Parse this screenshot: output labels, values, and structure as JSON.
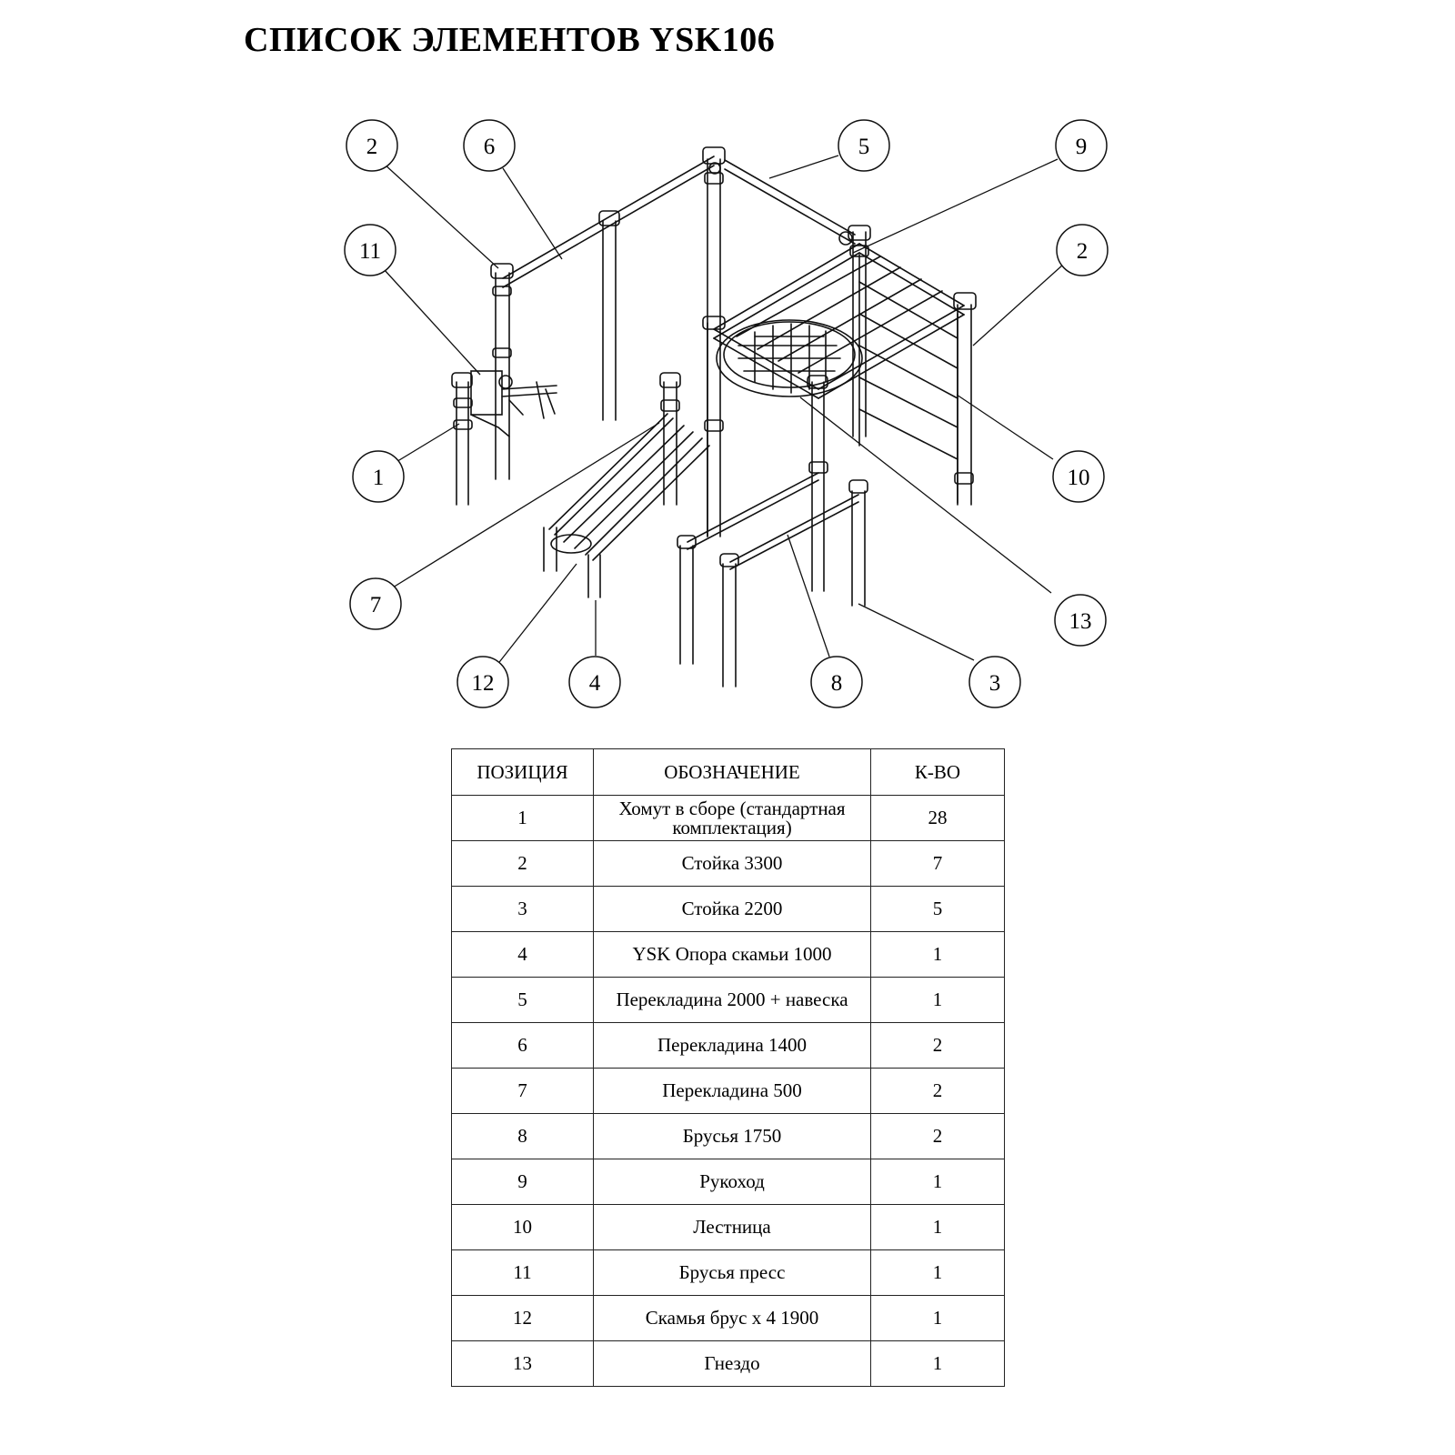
{
  "title": "СПИСОК ЭЛЕМЕНТОВ YSK106",
  "callouts": [
    "1",
    "2",
    "3",
    "4",
    "5",
    "6",
    "7",
    "8",
    "9",
    "10",
    "11",
    "12",
    "13"
  ],
  "table": {
    "headers": [
      "ПОЗИЦИЯ",
      "ОБОЗНАЧЕНИЕ",
      "К-ВО"
    ],
    "rows": [
      {
        "pos": "1",
        "name": "Хомут в сборе (стандартная комплектация)",
        "qty": "28"
      },
      {
        "pos": "2",
        "name": "Стойка 3300",
        "qty": "7"
      },
      {
        "pos": "3",
        "name": "Стойка 2200",
        "qty": "5"
      },
      {
        "pos": "4",
        "name": "YSK Опора скамьи 1000",
        "qty": "1"
      },
      {
        "pos": "5",
        "name": "Перекладина 2000 + навеска",
        "qty": "1"
      },
      {
        "pos": "6",
        "name": "Перекладина 1400",
        "qty": "2"
      },
      {
        "pos": "7",
        "name": "Перекладина 500",
        "qty": "2"
      },
      {
        "pos": "8",
        "name": "Брусья  1750",
        "qty": "2"
      },
      {
        "pos": "9",
        "name": "Рукоход",
        "qty": "1"
      },
      {
        "pos": "10",
        "name": "Лестница",
        "qty": "1"
      },
      {
        "pos": "11",
        "name": "Брусья пресс",
        "qty": "1"
      },
      {
        "pos": "12",
        "name": "Скамья брус х 4 1900",
        "qty": "1"
      },
      {
        "pos": "13",
        "name": "Гнездо",
        "qty": "1"
      }
    ]
  }
}
